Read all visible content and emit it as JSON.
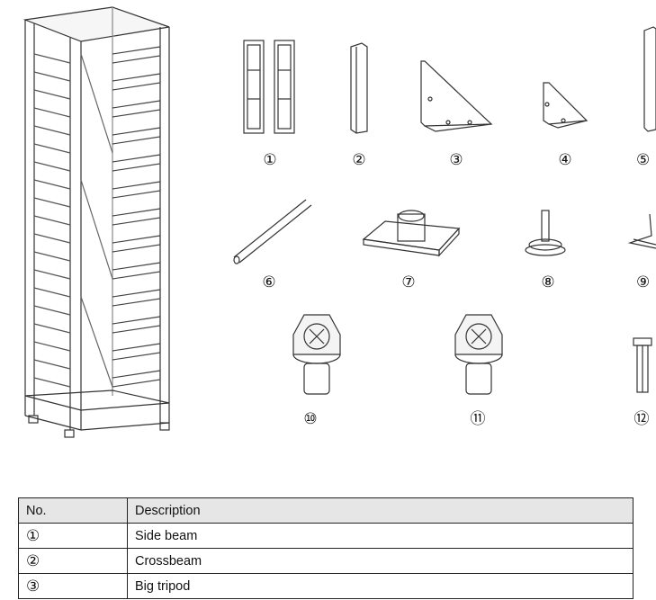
{
  "parts": [
    {
      "no": "①",
      "description": "Side beam"
    },
    {
      "no": "②",
      "description": "Crossbeam"
    },
    {
      "no": "③",
      "description": "Big tripod"
    },
    {
      "no": "④",
      "description": ""
    },
    {
      "no": "⑤",
      "description": ""
    },
    {
      "no": "⑥",
      "description": ""
    },
    {
      "no": "⑦",
      "description": ""
    },
    {
      "no": "⑧",
      "description": ""
    },
    {
      "no": "⑨",
      "description": ""
    },
    {
      "no": "⑩",
      "description": ""
    },
    {
      "no": "⑪",
      "description": ""
    },
    {
      "no": "⑫",
      "description": ""
    }
  ],
  "table": {
    "header_no": "No.",
    "header_description": "Description"
  }
}
